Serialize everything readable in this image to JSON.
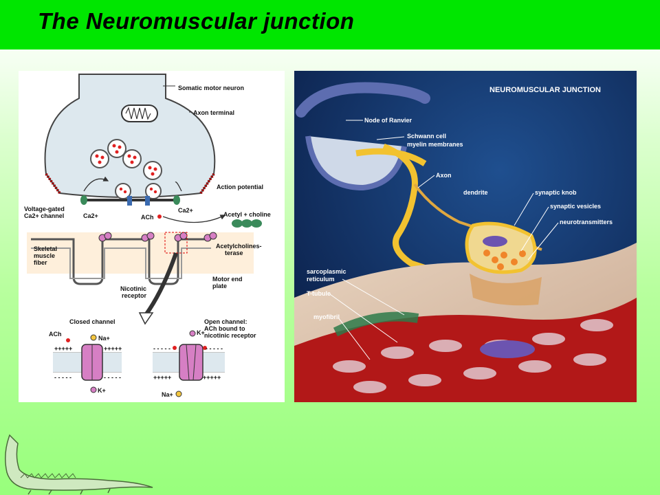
{
  "title": "The Neuromuscular junction",
  "left_diagram": {
    "labels": {
      "somatic_motor_neuron": "Somatic motor neuron",
      "axon_terminal": "Axon terminal",
      "action_potential": "Action potential",
      "voltage_gated_1": "Voltage-gated",
      "voltage_gated_2": "Ca2+ channel",
      "ca_left": "Ca2+",
      "ca_right": "Ca2+",
      "ach": "ACh",
      "acetyl_choline": "Acetyl + choline",
      "skeletal_1": "Skeletal",
      "skeletal_2": "muscle",
      "skeletal_3": "fiber",
      "ache_1": "Acetylcholines-",
      "ache_2": "terase",
      "nicotinic_1": "Nicotinic",
      "nicotinic_2": "receptor",
      "motor_end_1": "Motor end",
      "motor_end_2": "plate",
      "closed_channel": "Closed channel",
      "open_channel_1": "Open channel:",
      "open_channel_2": "ACh bound to",
      "open_channel_3": "nicotinic receptor",
      "ach_small": "ACh",
      "na_top": "Na+",
      "k_top": "K+",
      "k_bottom": "K+",
      "na_bottom": "Na+",
      "plus_row": "+++++",
      "minus_row": "- - - - -"
    }
  },
  "right_diagram": {
    "labels": {
      "heading": "NEUROMUSCULAR JUNCTION",
      "node_ranvier": "Node of Ranvier",
      "schwann_1": "Schwann cell",
      "schwann_2": "myelin membranes",
      "axon": "Axon",
      "dendrite": "dendrite",
      "synaptic_knob": "synaptic knob",
      "synaptic_vesicles": "synaptic vesicles",
      "neurotransmitters": "neurotransmitters",
      "sarco_1": "sarcoplasmic",
      "sarco_2": "reticulum",
      "t_tubule": "T-tubule",
      "myofibril": "myofibril"
    }
  },
  "colors": {
    "title_bar": "#00e600",
    "neuron_fill": "#dde8ee",
    "channel": "#d67fc4",
    "right_bg": "#0f2a5c",
    "axon": "#f2c230",
    "muscle_red": "#c41e1e"
  }
}
